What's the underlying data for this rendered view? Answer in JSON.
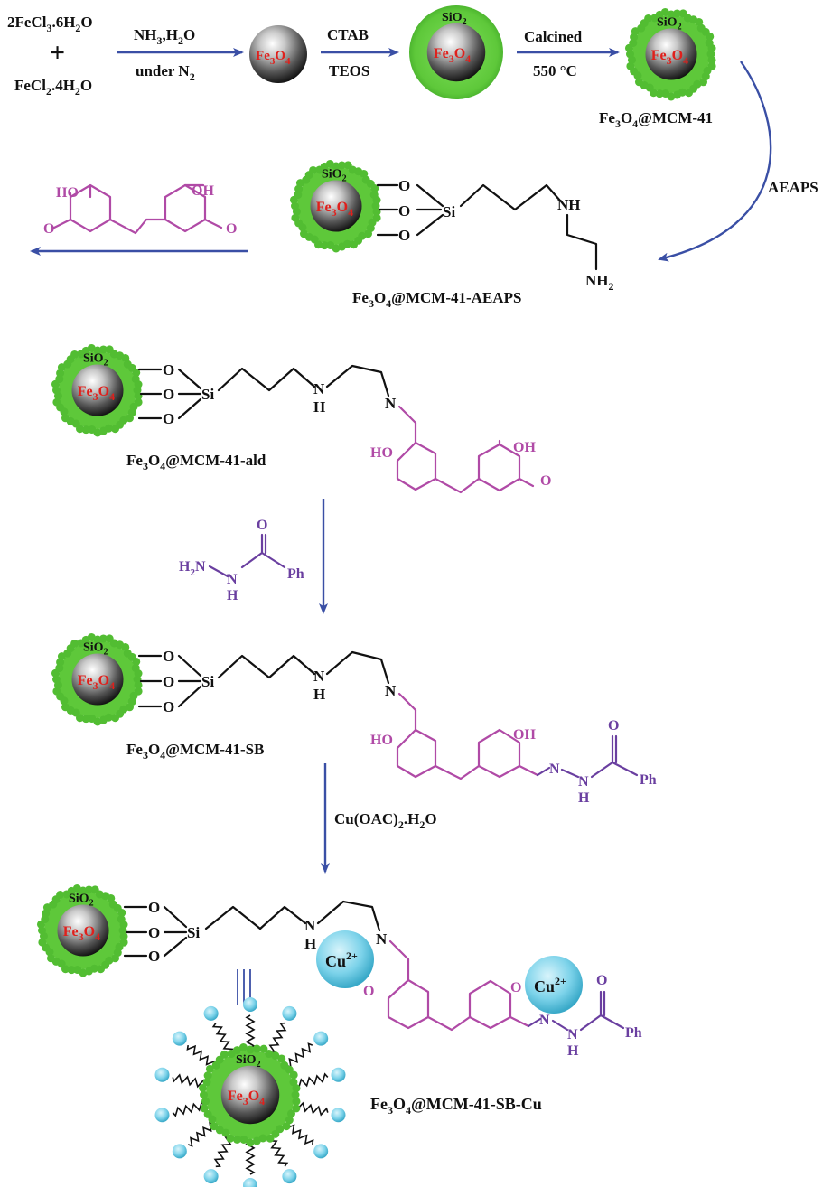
{
  "reagents": {
    "fecl3": [
      "2FeCl",
      "3",
      ".6H",
      "2",
      "O"
    ],
    "plus": "+",
    "fecl2": [
      "FeCl",
      "2",
      ".4H",
      "2",
      "O"
    ]
  },
  "core": {
    "fe": "Fe",
    "n3": "3",
    "o": "O",
    "n4": "4"
  },
  "shell": {
    "si": "SiO",
    "n2": "2"
  },
  "steps": {
    "s1_top": [
      "NH",
      "3",
      ",H",
      "2",
      "O"
    ],
    "s1_bottom": [
      "under N",
      "2"
    ],
    "s2_top": "CTAB",
    "s2_bottom": "TEOS",
    "s3_top": "Calcined",
    "s3_bottom": "550 °C",
    "s4": "AEAPS",
    "s6": [
      "Cu(OAC)",
      "2",
      ".H",
      "2",
      "O"
    ]
  },
  "products": {
    "p1": [
      "Fe",
      "3",
      "O",
      "4",
      "@MCM-41"
    ],
    "p2": [
      "Fe",
      "3",
      "O",
      "4",
      "@MCM-41-AEAPS"
    ],
    "p3": [
      "Fe",
      "3",
      "O",
      "4",
      "@MCM-41-ald"
    ],
    "p4": [
      "Fe",
      "3",
      "O",
      "4",
      "@MCM-41-SB"
    ],
    "p5": [
      "Fe",
      "3",
      "O",
      "4",
      "@MCM-41-SB-Cu"
    ]
  },
  "atoms": {
    "o": "O",
    "si": "Si",
    "n": "N",
    "h": "H",
    "nh": "NH",
    "nh2": [
      "NH",
      "2"
    ],
    "ho": "HO",
    "oh": "OH",
    "ph": "Ph",
    "h2n": [
      "H",
      "2",
      "N"
    ],
    "cu": [
      "Cu",
      "2+"
    ]
  },
  "equiv_symbol": "≡",
  "colors": {
    "arrow": "#3a4fa5",
    "shell": "#5ec83a",
    "core_text": "#e0201c",
    "dialdehyde": "#b04aa6",
    "hydrazide": "#6a3fa0",
    "copper": "#7dd3ea"
  }
}
